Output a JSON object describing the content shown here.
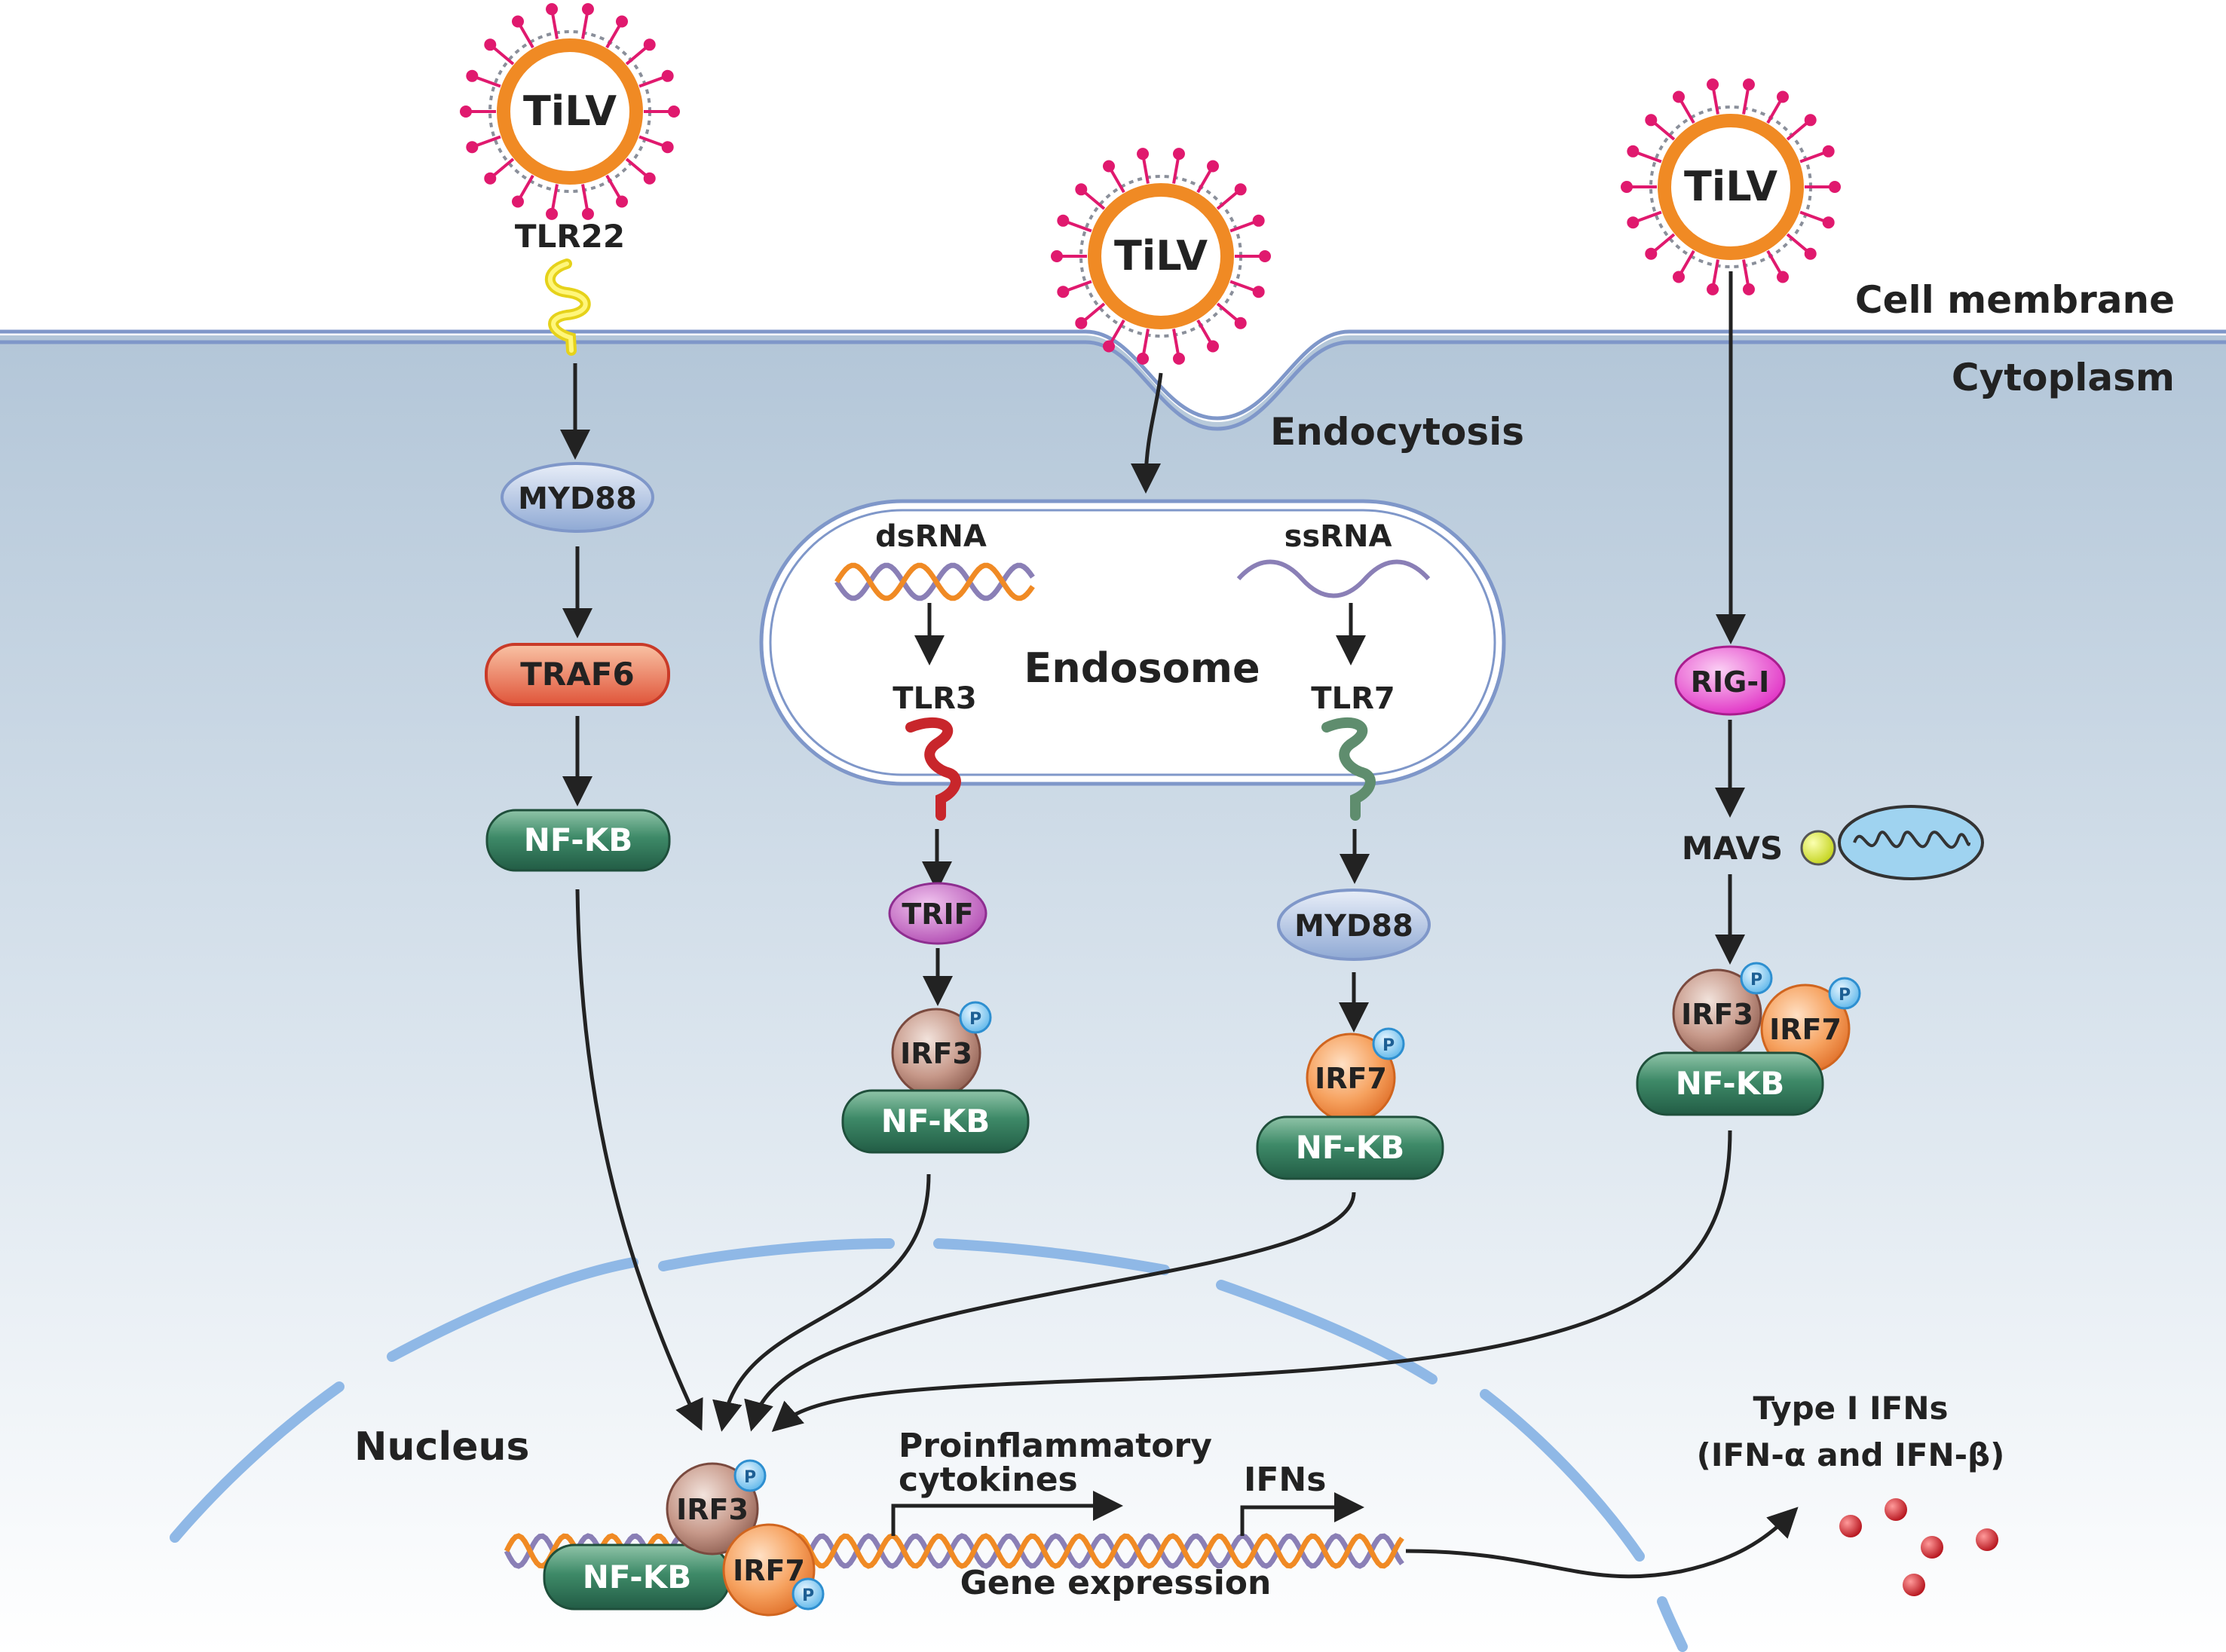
{
  "labels": {
    "cell_membrane": "Cell membrane",
    "cytoplasm": "Cytoplasm",
    "endocytosis": "Endocytosis",
    "endosome": "Endosome",
    "nucleus": "Nucleus",
    "gene_expression": "Gene expression",
    "proinflammatory_line1": "Proinflammatory",
    "proinflammatory_line2": "cytokines",
    "ifns": "IFNs",
    "type1_line1": "Type I IFNs",
    "type1_line2": "(IFN-α and IFN-β)"
  },
  "viruses": {
    "left": "TiLV",
    "center": "TiLV",
    "right": "TiLV"
  },
  "left_pathway": {
    "receptor": "TLR22",
    "adaptor": "MYD88",
    "kinase": "TRAF6",
    "factor": "NF-KB"
  },
  "endosome_pathway": {
    "dsrna": "dsRNA",
    "ssrna": "ssRNA",
    "tlr3": "TLR3",
    "tlr7": "TLR7",
    "trif": "TRIF",
    "myd88": "MYD88",
    "irf3": "IRF3",
    "irf7": "IRF7",
    "nfkb_a": "NF-KB",
    "nfkb_b": "NF-KB"
  },
  "right_pathway": {
    "sensor": "RIG-I",
    "adaptor": "MAVS",
    "irf3": "IRF3",
    "irf7": "IRF7",
    "factor": "NF-KB"
  },
  "nuclear_complex": {
    "irf3": "IRF3",
    "irf7": "IRF7",
    "factor": "NF-KB"
  },
  "phospho": "P",
  "colors": {
    "membrane": "#8fa8d6",
    "cytoplasm_top": "#b0c4d6",
    "virus_ring": "#f08a24",
    "spike": "#e0196e",
    "green_node": "#2f7358",
    "traf6": "#e25a3e",
    "rig1": "#e23cc8",
    "trif": "#b24db3",
    "myd88": "#9bb3db"
  }
}
